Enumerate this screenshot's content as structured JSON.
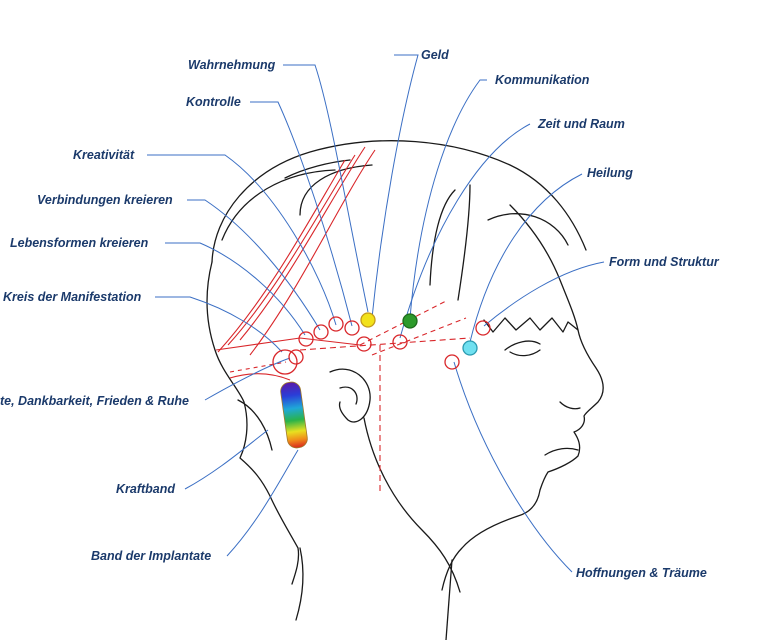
{
  "labels": {
    "wahrnehmung": "Wahrnehmung",
    "geld": "Geld",
    "kommunikation": "Kommunikation",
    "kontrolle": "Kontrolle",
    "zeit_und_raum": "Zeit und Raum",
    "kreativitaet": "Kreativität",
    "heilung": "Heilung",
    "verbindungen": "Verbindungen kreieren",
    "lebensformen": "Lebensformen kreieren",
    "form_und_struktur": "Form und Struktur",
    "kreis_manifestation": "Kreis der Manifestation",
    "dankbarkeit": "te, Dankbarkeit, Frieden & Ruhe",
    "kraftband": "Kraftband",
    "band_implantate": "Band der Implantate",
    "hoffnungen": "Hoffnungen & Träume"
  },
  "colors": {
    "label_text": "#1b3a6b",
    "leader_line": "#3b6fc4",
    "red_line": "#d9262a",
    "outline": "#1a1a1a",
    "dot_yellow": "#f2e21a",
    "dot_green": "#2d9a2b",
    "dot_cyan": "#6fe0f0"
  }
}
